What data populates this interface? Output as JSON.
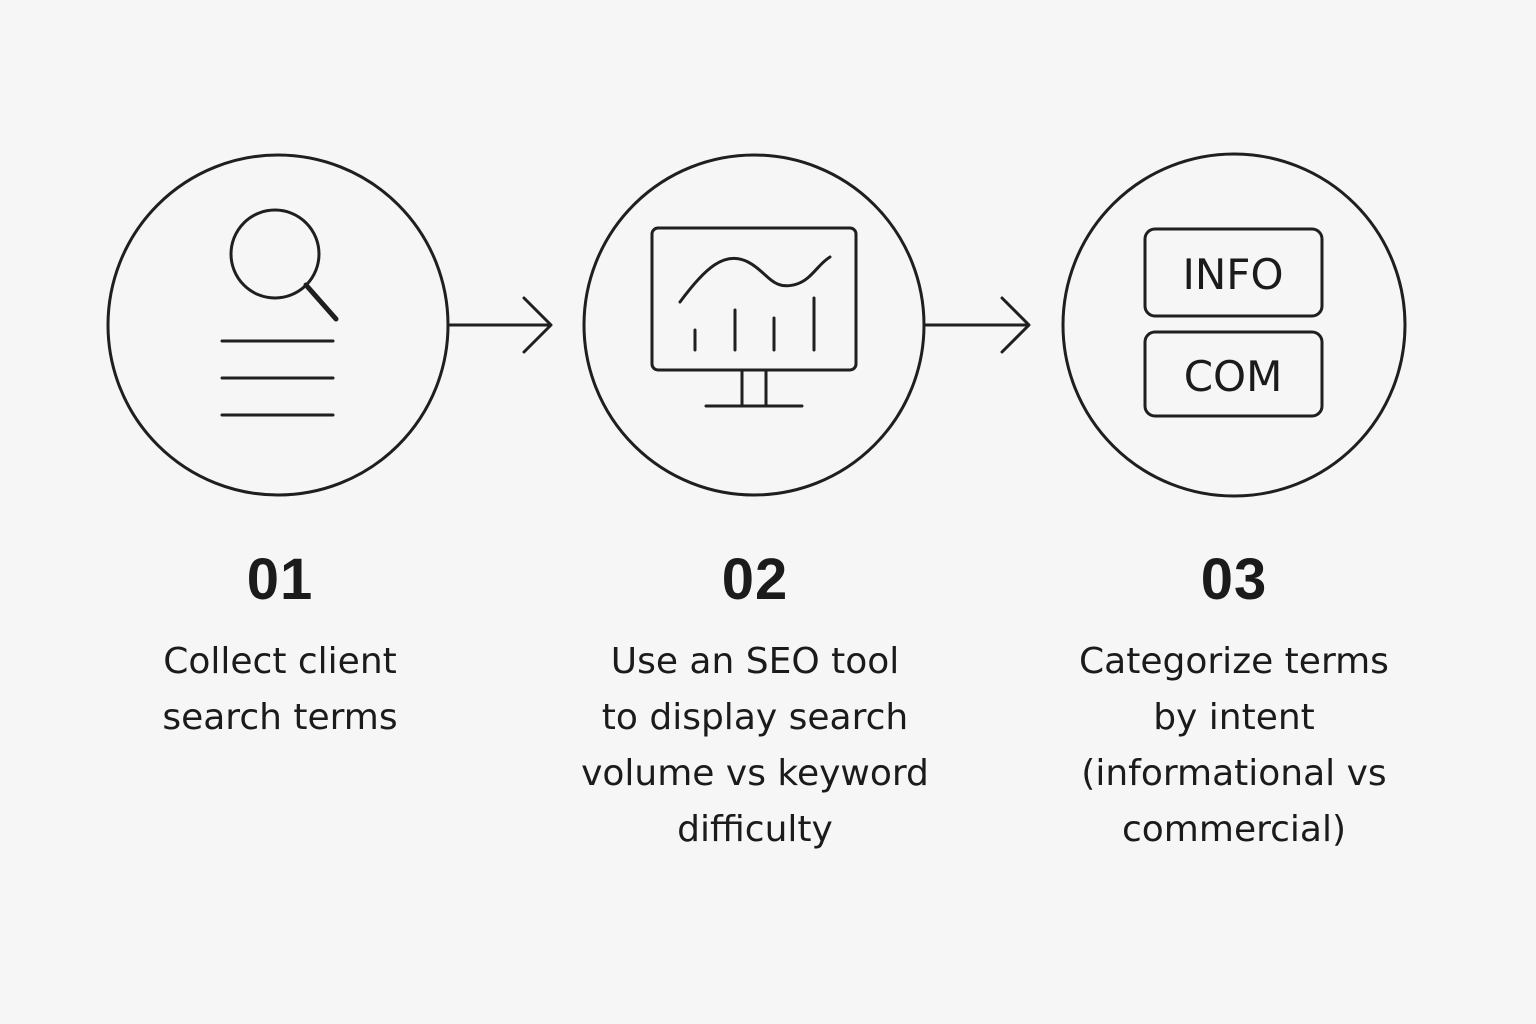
{
  "steps": [
    {
      "number": "01",
      "icon": "search-list-icon",
      "description": "Collect client\nsearch terms"
    },
    {
      "number": "02",
      "icon": "monitor-chart-icon",
      "description": "Use an SEO tool\nto display search\nvolume vs keyword\ndifficulty"
    },
    {
      "number": "03",
      "icon": "intent-tags-icon",
      "description": "Categorize terms\nby intent\n(informational vs\ncommercial)",
      "tags": [
        "INFO",
        "COM"
      ]
    }
  ],
  "colors": {
    "background": "#f6f6f6",
    "stroke": "#1f1f1f"
  }
}
